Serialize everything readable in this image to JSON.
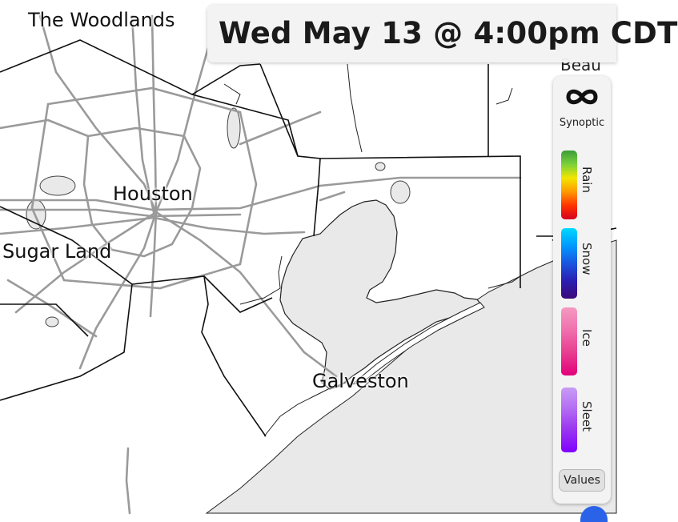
{
  "map": {
    "cities": [
      {
        "key": "the-woodlands",
        "label": "The Woodlands"
      },
      {
        "key": "houston",
        "label": "Houston"
      },
      {
        "key": "sugar-land",
        "label": "Sugar Land"
      },
      {
        "key": "galveston",
        "label": "Galveston"
      }
    ],
    "top_right_fragment": "Beau",
    "colors": {
      "water": "#e9e9e9",
      "land": "#ffffff",
      "roads": "#9a9a9a",
      "boundaries": "#111111"
    }
  },
  "banner": {
    "time_text": "Wed May 13 @ 4:00pm CDT"
  },
  "legend": {
    "mode_icon": "infinity-icon",
    "mode_label": "Synoptic",
    "bars": [
      {
        "label": "Rain"
      },
      {
        "label": "Snow"
      },
      {
        "label": "Ice"
      },
      {
        "label": "Sleet"
      }
    ],
    "values_button": "Values"
  }
}
